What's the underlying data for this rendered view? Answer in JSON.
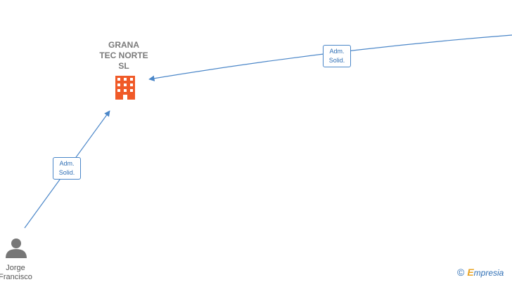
{
  "nodes": {
    "company": {
      "label": "GRANA\nTEC NORTE\nSL",
      "icon": "building-icon",
      "color": "#f05a28"
    },
    "person": {
      "label": "Jorge\nFrancisco",
      "icon": "person-icon",
      "color": "#777777"
    }
  },
  "edges": [
    {
      "label": "Adm.\nSolid."
    },
    {
      "label": "Adm.\nSolid."
    }
  ],
  "watermark": {
    "symbol": "©",
    "brand_initial": "E",
    "brand_rest": "mpresia"
  },
  "colors": {
    "edge": "#4a86c8"
  }
}
